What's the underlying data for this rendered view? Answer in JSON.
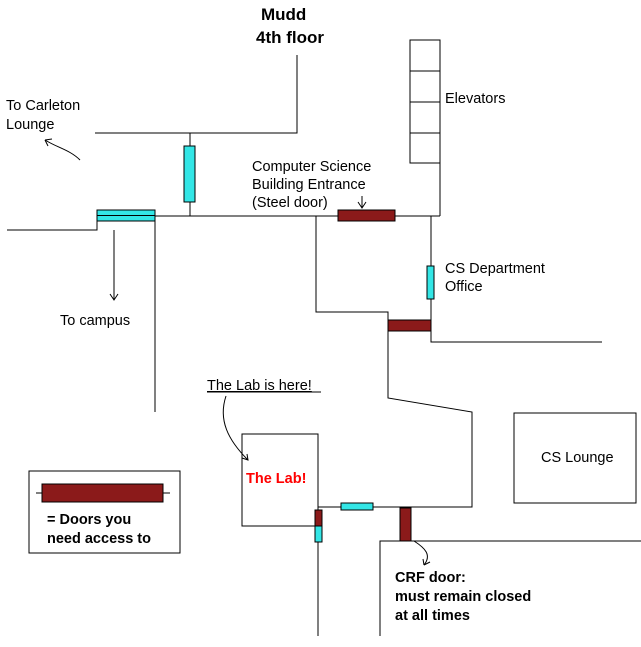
{
  "header": {
    "building": "Mudd",
    "floor": "4th floor"
  },
  "labels": {
    "carleton_line1": "To Carleton",
    "carleton_line2": "Lounge",
    "campus": "To campus",
    "elevators": "Elevators",
    "entrance_line1": "Computer Science",
    "entrance_line2": "Building Entrance",
    "entrance_line3": "(Steel door)",
    "office_line1": "CS Department",
    "office_line2": "Office",
    "lab_pointer": "The Lab is here!",
    "lab_room": "The Lab!",
    "lounge": "CS Lounge",
    "crf_line1": "CRF door:",
    "crf_line2": "must remain closed",
    "crf_line3": "at all times"
  },
  "legend": {
    "line1": "= Doors you",
    "line2": "need access to"
  },
  "colors": {
    "line": "#000000",
    "door_open": "#33e6e6",
    "door_restricted": "#8b1a1a",
    "highlight_text": "#ff0000"
  }
}
